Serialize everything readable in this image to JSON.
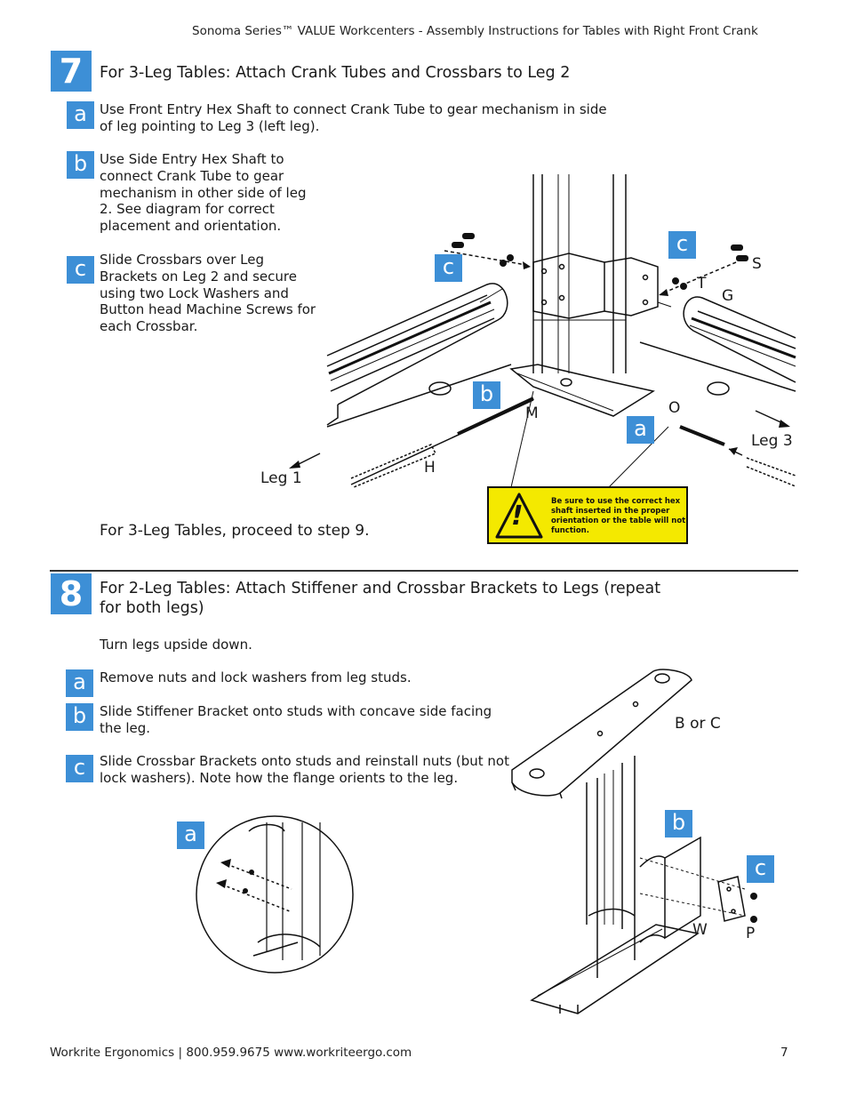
{
  "header": {
    "title": "Sonoma Series™ VALUE Workcenters - Assembly Instructions for Tables with Right Front Crank"
  },
  "step7": {
    "number": "7",
    "title": "For 3-Leg Tables: Attach Crank Tubes and Crossbars to Leg 2",
    "a_badge": "a",
    "a_text": "Use Front Entry Hex Shaft to connect Crank Tube to gear mechanism in side of leg pointing to Leg 3 (left leg).",
    "b_badge": "b",
    "b_text": "Use Side Entry Hex Shaft to connect Crank Tube to gear mechanism in other side of leg 2. See diagram for correct placement and orientation.",
    "c_badge": "c",
    "c_text": "Slide Crossbars over Leg Brackets on Leg 2 and secure using two Lock Washers and Button head Machine Screws for each Crossbar.",
    "note": "For 3-Leg Tables, proceed to step 9.",
    "diagram": {
      "badges": [
        "c",
        "c",
        "b",
        "a"
      ],
      "labels": {
        "S": "S",
        "T": "T",
        "G": "G",
        "M": "M",
        "O": "O",
        "H": "H",
        "leg1": "Leg 1",
        "leg3": "Leg 3"
      }
    },
    "warning": {
      "symbol": "!",
      "text": "Be sure to use the correct hex shaft inserted in the proper orientation or the table will not function."
    }
  },
  "step8": {
    "number": "8",
    "title": "For 2-Leg Tables: Attach Stiffener and Crossbar Brackets to Legs (repeat for both legs)",
    "intro": "Turn legs upside down.",
    "a_badge": "a",
    "a_text": "Remove nuts and lock washers from leg studs.",
    "b_badge": "b",
    "b_text": "Slide Stiffener Bracket onto studs with concave side facing the leg.",
    "c_badge": "c",
    "c_text": "Slide Crossbar Brackets onto studs and reinstall nuts (but not lock washers). Note how the flange orients to the leg.",
    "diagram": {
      "badges": [
        "a",
        "b",
        "c"
      ],
      "labels": {
        "bc": "B or C",
        "W": "W",
        "P": "P"
      }
    }
  },
  "footer": {
    "left": "Workrite Ergonomics  |  800.959.9675  www.workriteergo.com",
    "page": "7"
  }
}
